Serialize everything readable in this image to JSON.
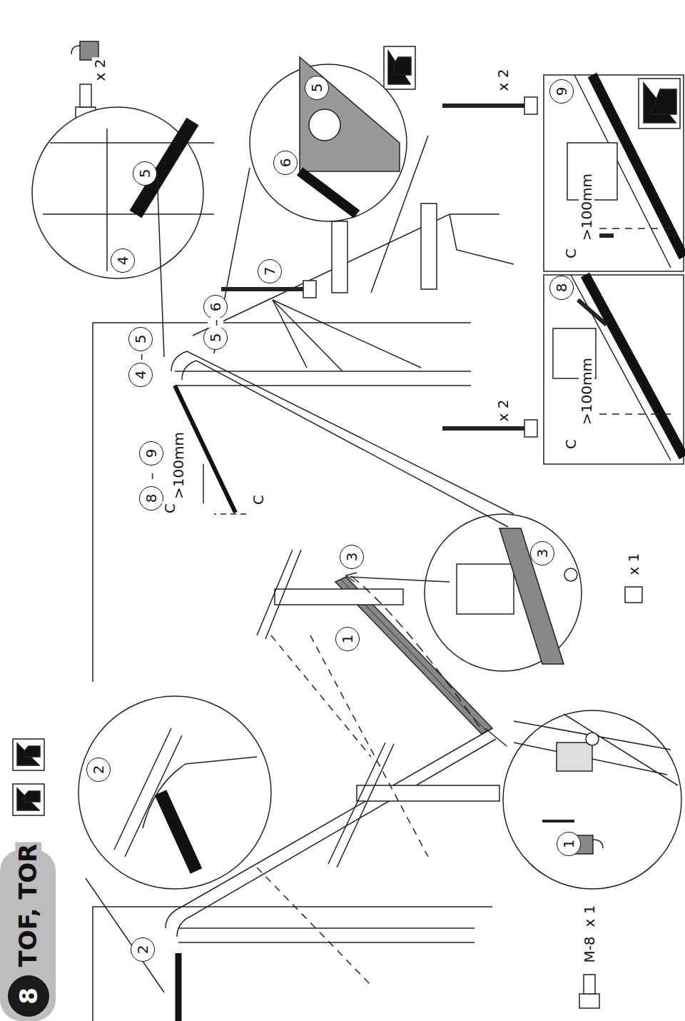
{
  "diagram": {
    "nodes": [
      {
        "text": [
          "8"
        ]
      },
      {
        "text": [
          "2"
        ]
      },
      {
        "text": [
          "2"
        ]
      },
      {
        "text": [
          "4"
        ]
      },
      {
        "text": [
          "5"
        ]
      },
      {
        "text": [
          "8"
        ]
      },
      {
        "text": [
          "9"
        ]
      },
      {
        "text": [
          "5"
        ]
      },
      {
        "text": [
          "6"
        ]
      },
      {
        "text": [
          "4"
        ]
      },
      {
        "text": [
          "5"
        ]
      },
      {
        "text": [
          "5"
        ]
      },
      {
        "text": [
          "6"
        ]
      },
      {
        "text": [
          "7"
        ]
      },
      {
        "text": [
          "1"
        ]
      },
      {
        "text": [
          "3"
        ]
      },
      {
        "text": [
          "3"
        ]
      },
      {
        "text": [
          "1"
        ]
      },
      {
        "text": [
          "8"
        ]
      },
      {
        "text": [
          "9"
        ]
      }
    ],
    "labels": [
      "TOF, TOR",
      "M-8",
      "x 1",
      "x 1",
      "x 2",
      "–",
      "–",
      "C",
      ">100mm",
      "–",
      "C",
      "x 2",
      "x 2",
      "C",
      ">100mm",
      "C",
      ">100mm"
    ]
  }
}
